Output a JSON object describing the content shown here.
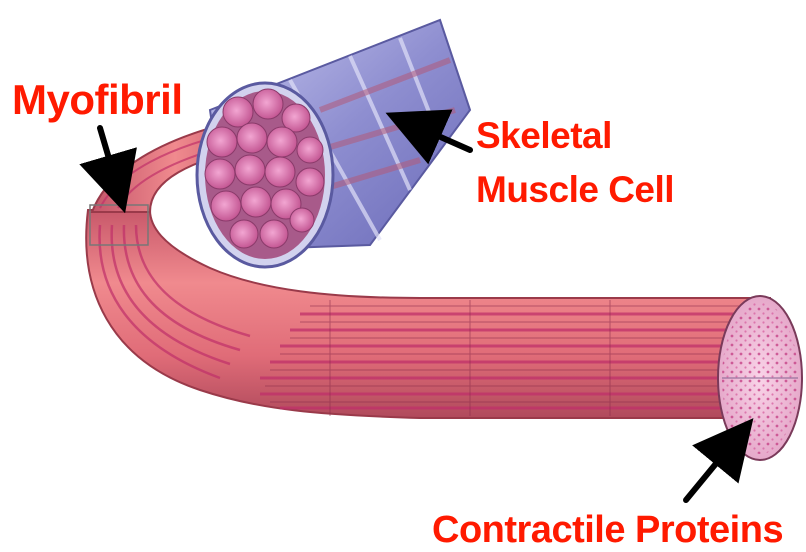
{
  "labels": {
    "myofibril": "Myofibril",
    "skeletal_muscle_cell_line1": "Skeletal",
    "skeletal_muscle_cell_line2": "Muscle Cell",
    "contractile_proteins": "Contractile Proteins"
  },
  "colors": {
    "label_text": "#ff1a00",
    "pointer_arrow": "#000000",
    "fiber_fill": "#e0707a",
    "fiber_stripe": "#c0306a",
    "fiber_outline": "#9a3a4a",
    "sheath_fill": "#9a9ad8",
    "end_face": "#f2c2dc"
  },
  "icons": [
    "arrow-pointer-icon"
  ]
}
